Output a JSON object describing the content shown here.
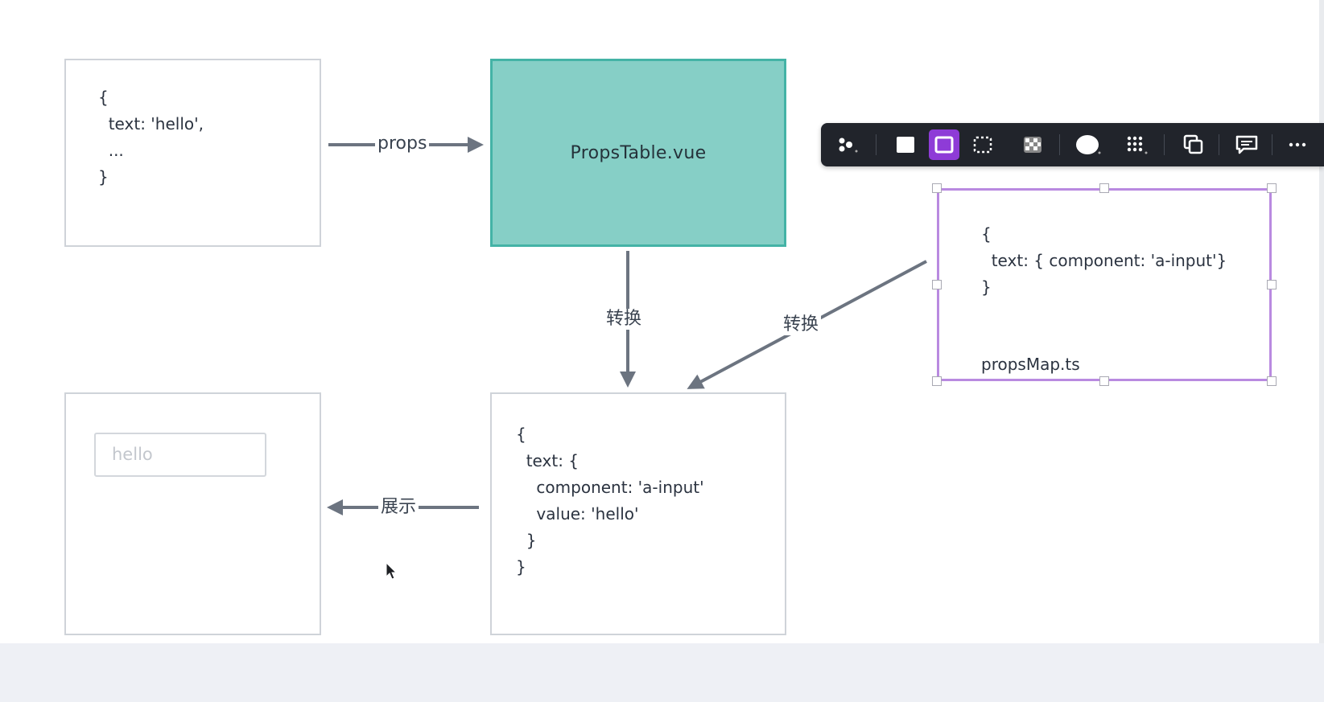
{
  "source_props": {
    "code": "{\n  text: 'hello',\n  ...\n}"
  },
  "props_table": {
    "title": "PropsTable.vue"
  },
  "props_map": {
    "code": "{\n  text: { component: 'a-input'}\n}",
    "filename": "propsMap.ts"
  },
  "result_props": {
    "code": "{\n  text: {\n    component: 'a-input'\n    value: 'hello'\n  }\n}"
  },
  "rendered_input": {
    "value": "hello"
  },
  "arrows": {
    "props_label": "props",
    "convert_label_1": "转换",
    "convert_label_2": "转换",
    "display_label": "展示"
  },
  "toolbar": {
    "buttons": [
      "connector-icon",
      "fill-solid-icon",
      "fill-outline-icon",
      "fill-dashed-icon",
      "fill-pattern-icon",
      "shape-circle-icon",
      "grid-icon",
      "duplicate-icon",
      "comment-icon",
      "more-icon"
    ],
    "active": "fill-outline-icon"
  },
  "colors": {
    "accent_teal_fill": "#86cfc6",
    "accent_teal_border": "#44b3a6",
    "selection_purple": "#b98ae0",
    "toolbar_active": "#8e3bd7",
    "arrow": "#6c7480"
  }
}
